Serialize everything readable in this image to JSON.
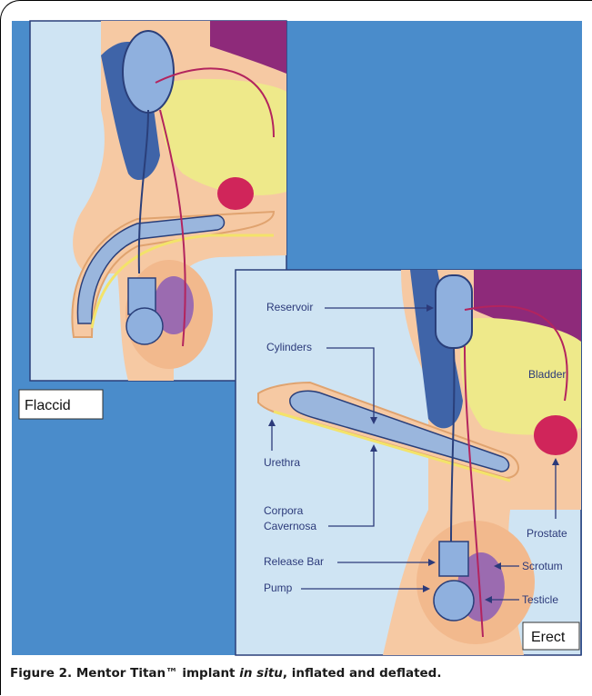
{
  "figure": {
    "panels": {
      "flaccid_label": "Flaccid",
      "erect_label": "Erect"
    },
    "labels": {
      "reservoir": "Reservoir",
      "cylinders": "Cylinders",
      "urethra": "Urethra",
      "corpora_line1": "Corpora",
      "corpora_line2": "Cavernosa",
      "release_bar": "Release Bar",
      "pump": "Pump",
      "bladder": "Bladder",
      "prostate": "Prostate",
      "scrotum": "Scrotum",
      "testicle": "Testicle"
    },
    "caption": {
      "prefix": "Figure 2. Mentor Titan",
      "tm": "™",
      "middle": " implant ",
      "italic": "in situ",
      "suffix": ", inflated and deflated."
    },
    "colors": {
      "background_blue": "#4a8ccb",
      "skin": "#f6c9a3",
      "bladder_yellow": "#eee98a",
      "purple": "#8e2a7a",
      "prostate_red": "#d0255a",
      "implant_blue": "#8fb0de",
      "label_blue": "#2c3a7a"
    }
  }
}
